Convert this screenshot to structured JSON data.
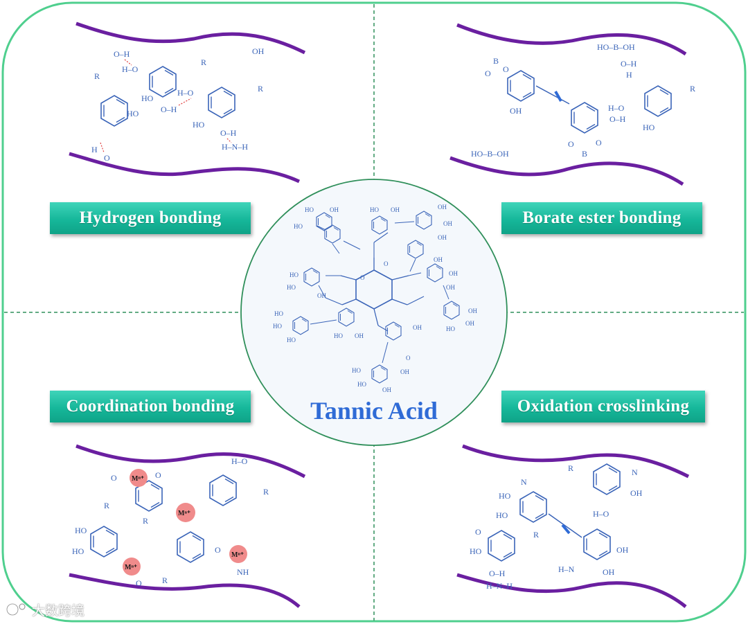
{
  "center": {
    "title": "Tannic Acid"
  },
  "panels": {
    "top_left": {
      "label": "Hydrogen bonding"
    },
    "top_right": {
      "label": "Borate ester bonding"
    },
    "bottom_left": {
      "label": "Coordination bonding"
    },
    "bottom_right": {
      "label": "Oxidation crosslinking"
    }
  },
  "watermark": {
    "text": "大数跨境"
  },
  "colors": {
    "frame": "#4fcf8e",
    "divider": "#2f8f5a",
    "polymer_chain": "#6a1fa0",
    "molecule": "#3a64b8",
    "bond_highlight": "#e04040",
    "metal_ion": "#f08b8b",
    "label_box": "#16b79a",
    "title": "#2f6bd6",
    "circle_fill": "#f4f8fc"
  },
  "icons": [
    "watermark-logo-icon"
  ]
}
